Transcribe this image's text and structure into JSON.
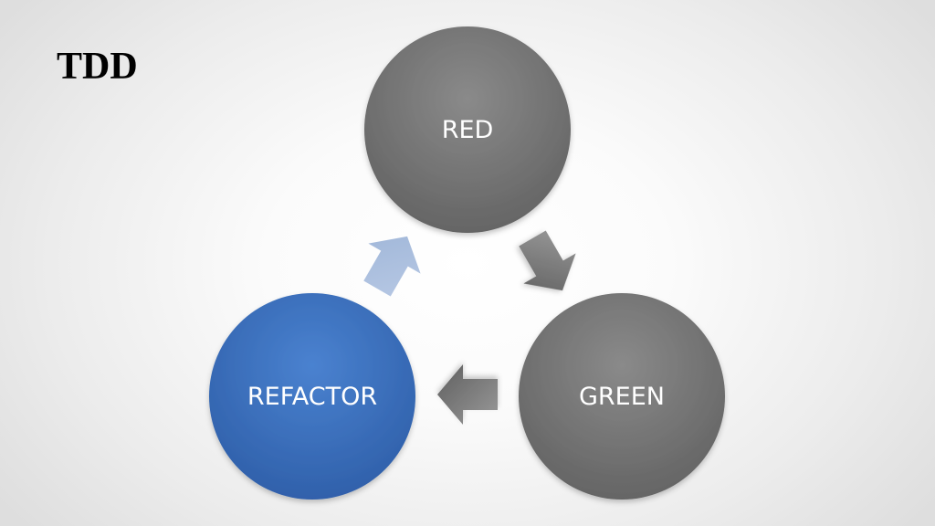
{
  "slide": {
    "title": "TDD"
  },
  "cycle": {
    "nodes": [
      {
        "label": "RED",
        "color": "#6f6f6f"
      },
      {
        "label": "GREEN",
        "color": "#6f6f6f"
      },
      {
        "label": "REFACTOR",
        "color": "#3d6fbe"
      }
    ],
    "arrows": [
      {
        "from": "RED",
        "to": "GREEN",
        "color": "#6f6f6f"
      },
      {
        "from": "GREEN",
        "to": "REFACTOR",
        "color": "#6f6f6f"
      },
      {
        "from": "REFACTOR",
        "to": "RED",
        "color": "#aabfde"
      }
    ]
  }
}
